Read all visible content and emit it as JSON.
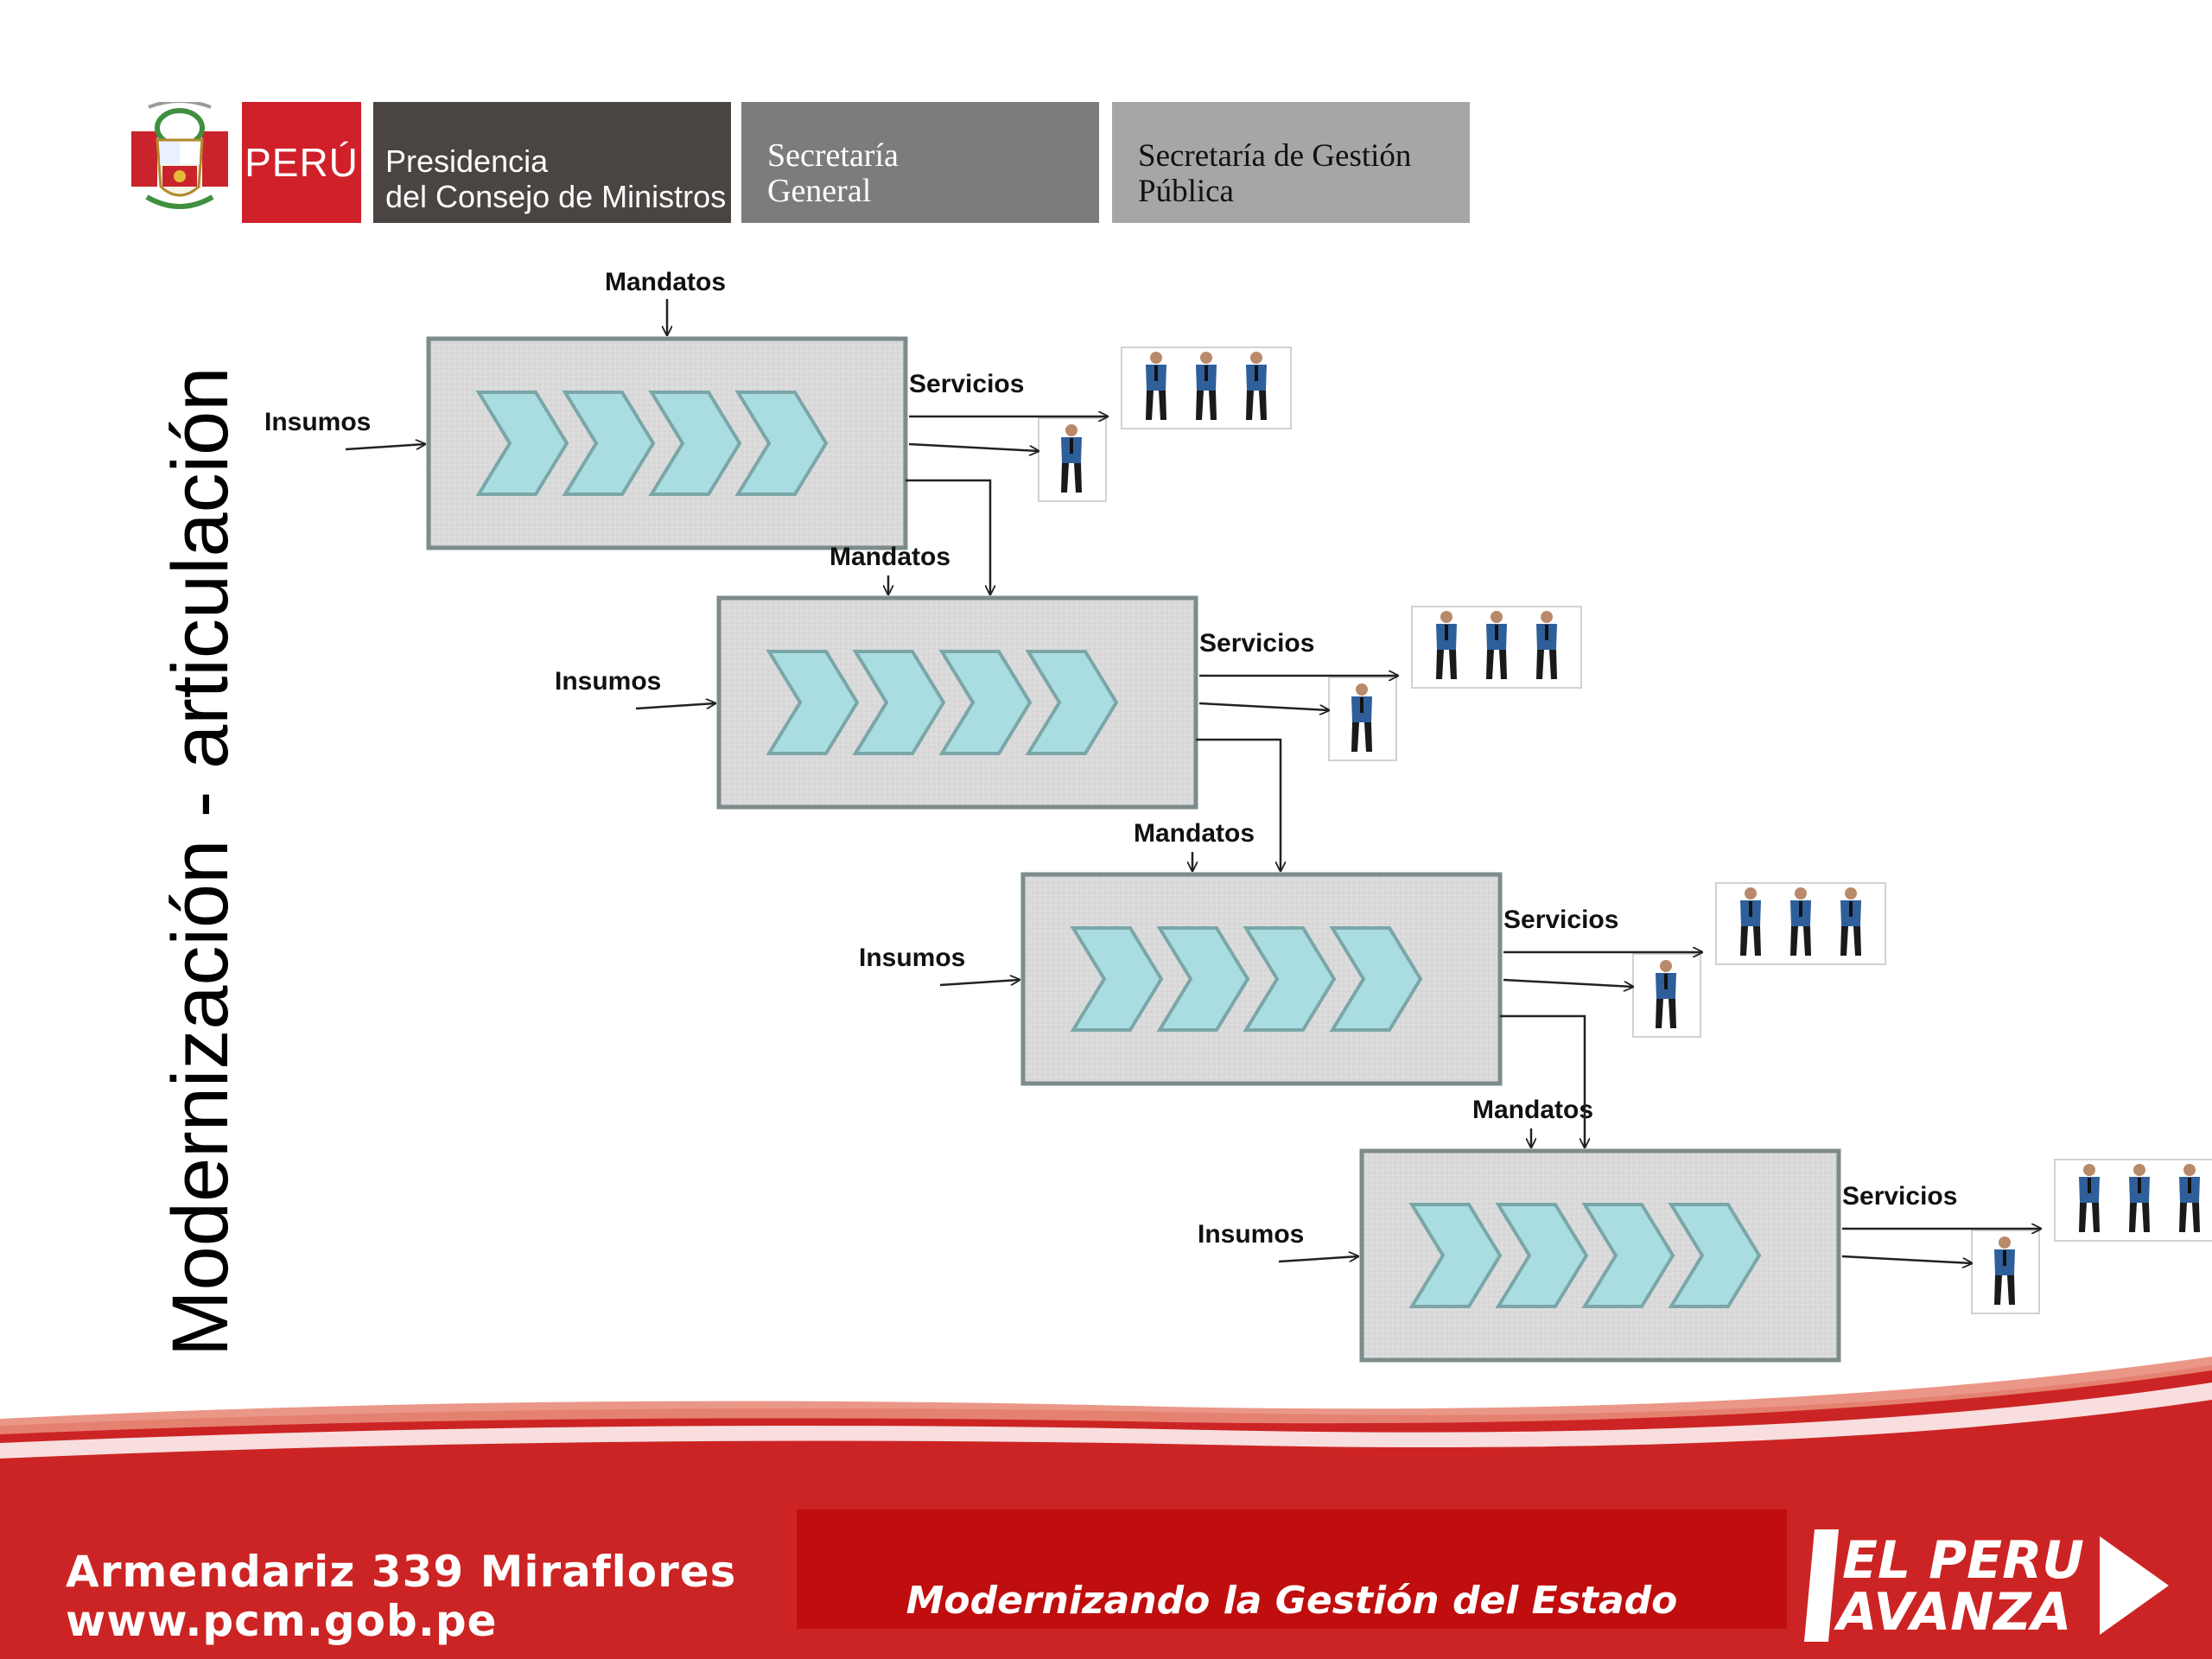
{
  "header": {
    "country": "PERÚ",
    "pcm_line1": "Presidencia",
    "pcm_line2": "del Consejo de Ministros",
    "sg_line1": "Secretaría",
    "sg_line2": "General",
    "sgp_line1": "Secretaría de Gestión",
    "sgp_line2": "Pública"
  },
  "title": "Modernización  -  articulación",
  "diagram": {
    "levels": [
      {
        "mandatos": "Mandatos",
        "insumos": "Insumos",
        "servicios": "Servicios"
      },
      {
        "mandatos": "Mandatos",
        "insumos": "Insumos",
        "servicios": "Servicios"
      },
      {
        "mandatos": "Mandatos",
        "insumos": "Insumos",
        "servicios": "Servicios"
      },
      {
        "mandatos": "Mandatos",
        "insumos": "Insumos",
        "servicios": "Servicios"
      }
    ]
  },
  "footer": {
    "address": "Armendariz 339 Miraflores",
    "website": "www.pcm.gob.pe",
    "slogan": "Modernizando la Gestión del Estado",
    "logo_line1": "EL PERU",
    "logo_line2": "AVANZA"
  },
  "colors": {
    "peru_red": "#d0202a",
    "footer_red": "#cc2424",
    "slogan_red": "#c00d0d",
    "process_box": "#d9d9d9",
    "chevron": "#a9dde1"
  }
}
